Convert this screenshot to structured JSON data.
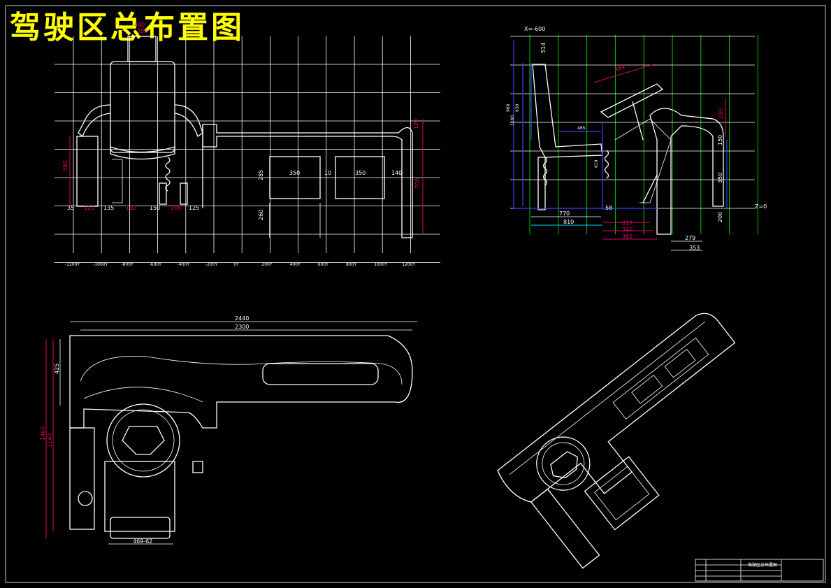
{
  "title": "驾驶区总布置图",
  "front_view": {
    "top_dims": [
      "440",
      "200"
    ],
    "x_axis_labels": [
      "-1200Y",
      "-1000Y",
      "-800Y",
      "-600Y",
      "-400Y",
      "-200Y",
      "0Y",
      "200Y",
      "400Y",
      "600Y",
      "800Y",
      "1000Y",
      "1200Y"
    ],
    "bottom_dims": [
      "35",
      "120",
      "135",
      "192",
      "150",
      "108",
      "125"
    ],
    "left_dim": "580",
    "right_dims": [
      "120",
      "700"
    ],
    "inner_dims": [
      "285",
      "350",
      "10",
      "350",
      "140",
      "260"
    ]
  },
  "side_view": {
    "label_x": "X=-600",
    "label_z": "Z=0",
    "dims_top": [
      "514",
      "484"
    ],
    "left_dims": [
      "630",
      "960",
      "1100"
    ],
    "mid_dims": [
      "465",
      "619"
    ],
    "right_dims": [
      "280",
      "150",
      "350",
      "200"
    ],
    "bottom_dims": [
      "770",
      "58",
      "810",
      "317",
      "340",
      "365",
      "279",
      "353"
    ]
  },
  "top_view": {
    "dims_top": [
      "2440",
      "2300"
    ],
    "dims_left": [
      "425",
      "1460",
      "1140"
    ],
    "dim_bottom": "469-62"
  },
  "title_block": {
    "name": "驾驶区总布置图"
  }
}
